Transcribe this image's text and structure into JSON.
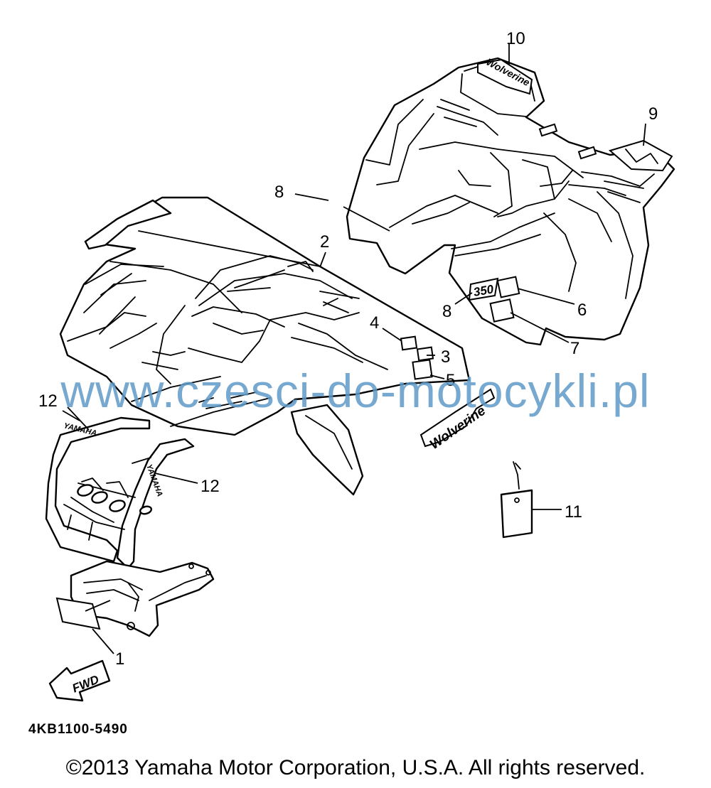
{
  "diagram": {
    "callouts": {
      "c1": "1",
      "c2": "2",
      "c3": "3",
      "c4": "4",
      "c5": "5",
      "c6": "6",
      "c7": "7",
      "c8a": "8",
      "c8b": "8",
      "c9": "9",
      "c10": "10",
      "c11": "11",
      "c12a": "12",
      "c12b": "12"
    },
    "decal_texts": {
      "fwd": "FWD",
      "model_number": "350",
      "yamaha_rack": "YAMAHA",
      "yamaha_small": "YAMAHA",
      "wolverine": "Wolverine",
      "fender_logo": "Wolverine"
    },
    "watermark": "www.czesci-do-motocykli.pl",
    "part_code": "4KB1100-5490",
    "copyright": "©2013 Yamaha Motor Corporation, U.S.A. All rights reserved."
  },
  "colors": {
    "watermark": "#5f9ac8",
    "line": "#000000",
    "background": "#ffffff"
  }
}
